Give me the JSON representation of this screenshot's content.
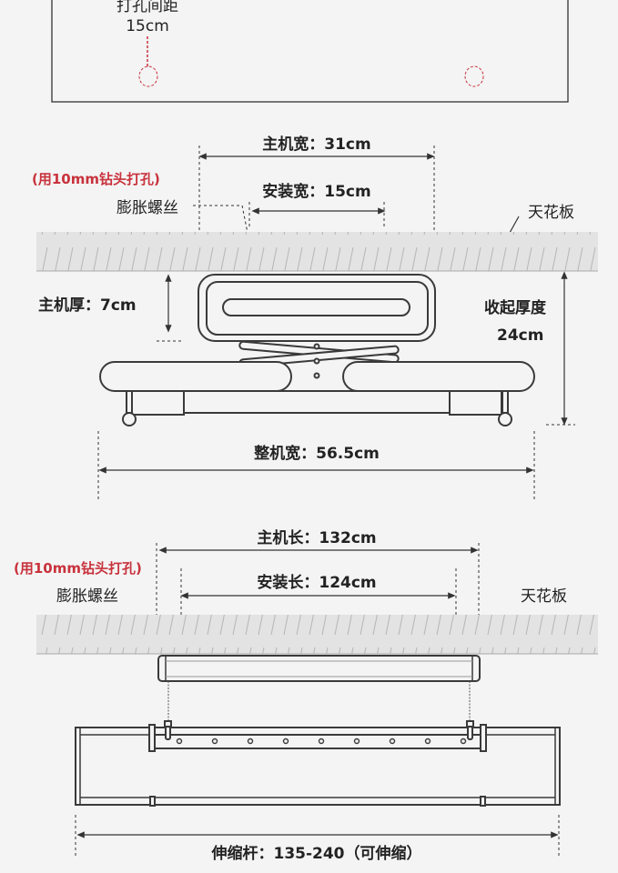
{
  "top_panel": {
    "label": "打孔间距",
    "value": "15cm",
    "hole_color": "#c8323c"
  },
  "front_view": {
    "host_width": "主机宽：31cm",
    "drill_note": "(用10mm钻头打孔)",
    "expansion_screw": "膨胀螺丝",
    "install_width": "安装宽：15cm",
    "ceiling": "天花板",
    "host_thickness": "主机厚：7cm",
    "folded_thickness_label": "收起厚度",
    "folded_thickness_value": "24cm",
    "total_width": "整机宽：56.5cm"
  },
  "side_view": {
    "host_length": "主机长：132cm",
    "drill_note": "(用10mm钻头打孔)",
    "install_length": "安装长：124cm",
    "expansion_screw": "膨胀螺丝",
    "ceiling": "天花板",
    "telescopic_rod": "伸缩杆：135-240（可伸缩）"
  },
  "colors": {
    "accent_red": "#c8323c",
    "ceiling": "#e3e3e3",
    "background": "#f4f4f4"
  }
}
